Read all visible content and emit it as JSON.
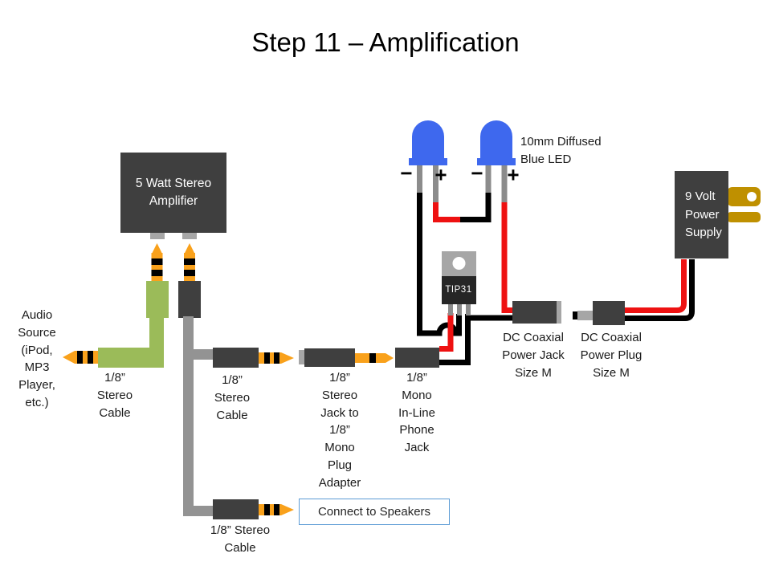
{
  "title": "Step 11 – Amplification",
  "colors": {
    "component_dark": "#3F3F3F",
    "transistor_body": "#262626",
    "metal_gray": "#A6A6A6",
    "cable_gray": "#939393",
    "leg_gray": "#8C8C8C",
    "plug_orange": "#F9A11B",
    "cable_green": "#9BBB59",
    "led_blue": "#3E68EE",
    "wire_red": "#EE1111",
    "wire_black": "#000000",
    "prong_gold": "#BF9000",
    "note_border_blue": "#5B9BD5"
  },
  "components": {
    "amplifier": {
      "label": "5 Watt Stereo\nAmplifier"
    },
    "led_note": {
      "label": "10mm Diffused\nBlue LED"
    },
    "led1": {
      "minus": "−",
      "plus": "+"
    },
    "led2": {
      "minus": "−",
      "plus": "+"
    },
    "transistor": {
      "label": "TIP31"
    },
    "power_supply": {
      "label": "9 Volt\nPower\nSupply"
    },
    "dc_jack": {
      "label": "DC Coaxial\nPower Jack\nSize M"
    },
    "dc_plug": {
      "label": "DC Coaxial\nPower Plug\nSize M"
    },
    "audio_source": {
      "label": "Audio\nSource\n(iPod,\nMP3\nPlayer,\netc.)"
    },
    "cable_left": {
      "label": "1/8”\nStereo\nCable"
    },
    "cable_mid": {
      "label": "1/8”\nStereo\nCable"
    },
    "adapter": {
      "label": "1/8”\nStereo\nJack to\n1/8”\nMono\nPlug\nAdapter"
    },
    "mono_jack": {
      "label": "1/8”\nMono\nIn-Line\nPhone\nJack"
    },
    "cable_bottom": {
      "label": "1/8” Stereo\nCable"
    },
    "speakers_note": {
      "label": "Connect to Speakers"
    }
  }
}
